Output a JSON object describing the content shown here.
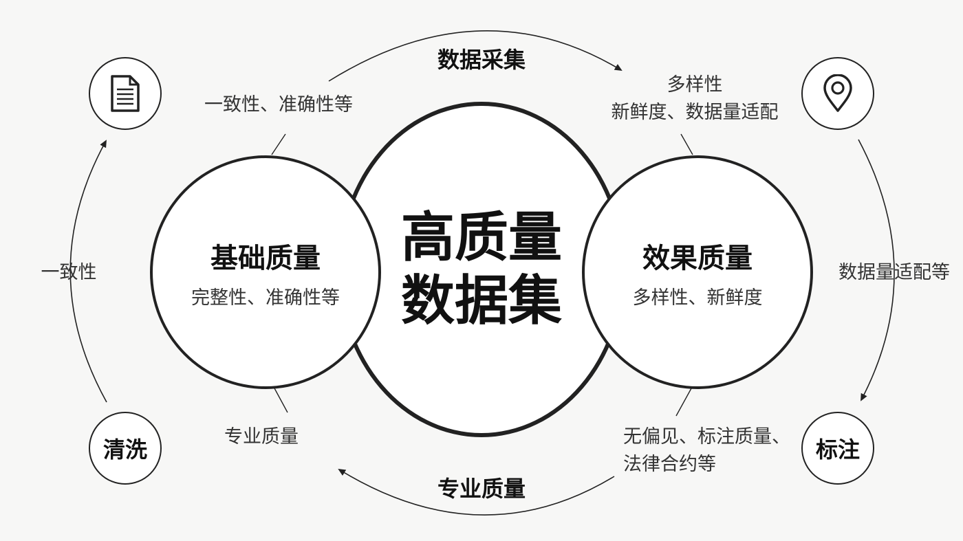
{
  "center": {
    "line1": "高质量",
    "line2": "数据集"
  },
  "left_circle": {
    "title": "基础质量",
    "desc": "完整性、准确性等"
  },
  "right_circle": {
    "title": "效果质量",
    "desc": "多样性、新鲜度"
  },
  "nodes": {
    "document": "document-icon",
    "location": "location-pin-icon",
    "clean": "清洗",
    "label": "标注"
  },
  "arcs": {
    "top": "数据采集",
    "bottom": "专业质量",
    "left": "一致性",
    "right": "数据量适配等"
  },
  "annotations": {
    "top_left": "一致性、准确性等",
    "top_right_1": "多样性",
    "top_right_2": "新鲜度、数据量适配",
    "bottom_left": "专业质量",
    "bottom_right_1": "无偏见、标注质量、",
    "bottom_right_2": "法律合约等"
  },
  "colors": {
    "stroke": "#222222",
    "background": "#f7f7f6"
  }
}
